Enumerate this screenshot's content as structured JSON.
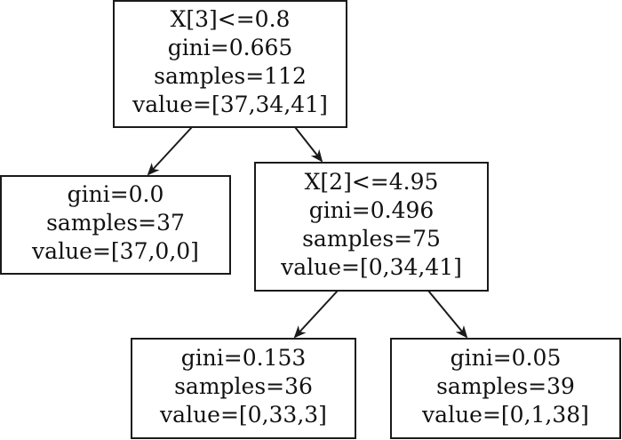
{
  "tree": {
    "nodes": [
      {
        "id": "root",
        "lines": [
          "X[3]<=0.8",
          "gini=0.665",
          "samples=112",
          "value=[37,34,41]"
        ]
      },
      {
        "id": "left",
        "lines": [
          "gini=0.0",
          "samples=37",
          "value=[37,0,0]"
        ]
      },
      {
        "id": "right",
        "lines": [
          "X[2]<=4.95",
          "gini=0.496",
          "samples=75",
          "value=[0,34,41]"
        ]
      },
      {
        "id": "right-left",
        "lines": [
          "gini=0.153",
          "samples=36",
          "value=[0,33,3]"
        ]
      },
      {
        "id": "right-right",
        "lines": [
          "gini=0.05",
          "samples=39",
          "value=[0,1,38]"
        ]
      }
    ],
    "edges": [
      {
        "from": "root",
        "to": "left"
      },
      {
        "from": "root",
        "to": "right"
      },
      {
        "from": "right",
        "to": "right-left"
      },
      {
        "from": "right",
        "to": "right-right"
      }
    ]
  }
}
